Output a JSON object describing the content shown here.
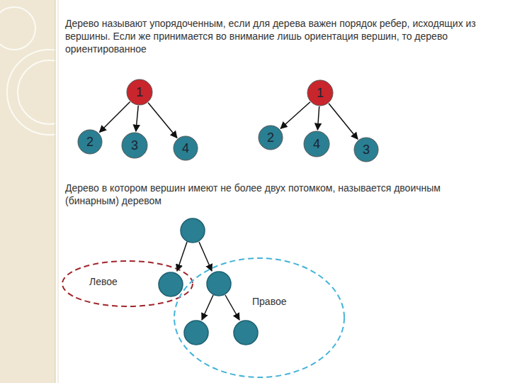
{
  "diagram": {
    "nodes": [
      {
        "text": [
          "1"
        ]
      },
      {
        "text": [
          "2"
        ]
      },
      {
        "text": [
          "3"
        ]
      },
      {
        "text": [
          "4"
        ]
      },
      {
        "text": [
          "1"
        ]
      },
      {
        "text": [
          "2"
        ]
      },
      {
        "text": [
          "4"
        ]
      },
      {
        "text": [
          "3"
        ]
      }
    ],
    "edges": [
      {
        "from": 0,
        "to": 1,
        "arrow": "to"
      },
      {
        "from": 0,
        "to": 2,
        "arrow": "to"
      },
      {
        "from": 0,
        "to": 3,
        "arrow": "to"
      },
      {
        "from": 4,
        "to": 5,
        "arrow": "to"
      },
      {
        "from": 4,
        "to": 6,
        "arrow": "to"
      },
      {
        "from": 4,
        "to": 7,
        "arrow": "to"
      }
    ],
    "labels": [
      "Дерево называют упорядоченным, если для дерева важен порядок ребер, исходящих из вершины. Если же принимается во внимание лишь ориентация вершин, то дерево ориентированное",
      "Дерево в котором вершин имеют не более двух потомком, называется двоичным (бинарным) деревом",
      "Левое",
      "Правое"
    ]
  }
}
